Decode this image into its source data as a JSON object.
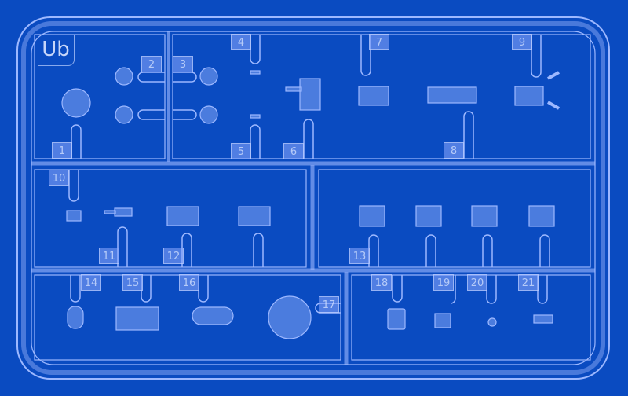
{
  "sprue": {
    "logo": "Ub",
    "colors": {
      "background": "#0a4bc1",
      "line": "#9db8ff",
      "fill": "#6f95ec"
    }
  },
  "parts": [
    "1",
    "2",
    "3",
    "4",
    "5",
    "6",
    "7",
    "8",
    "9",
    "10",
    "11",
    "12",
    "13",
    "14",
    "15",
    "16",
    "17",
    "18",
    "19",
    "20",
    "21"
  ]
}
